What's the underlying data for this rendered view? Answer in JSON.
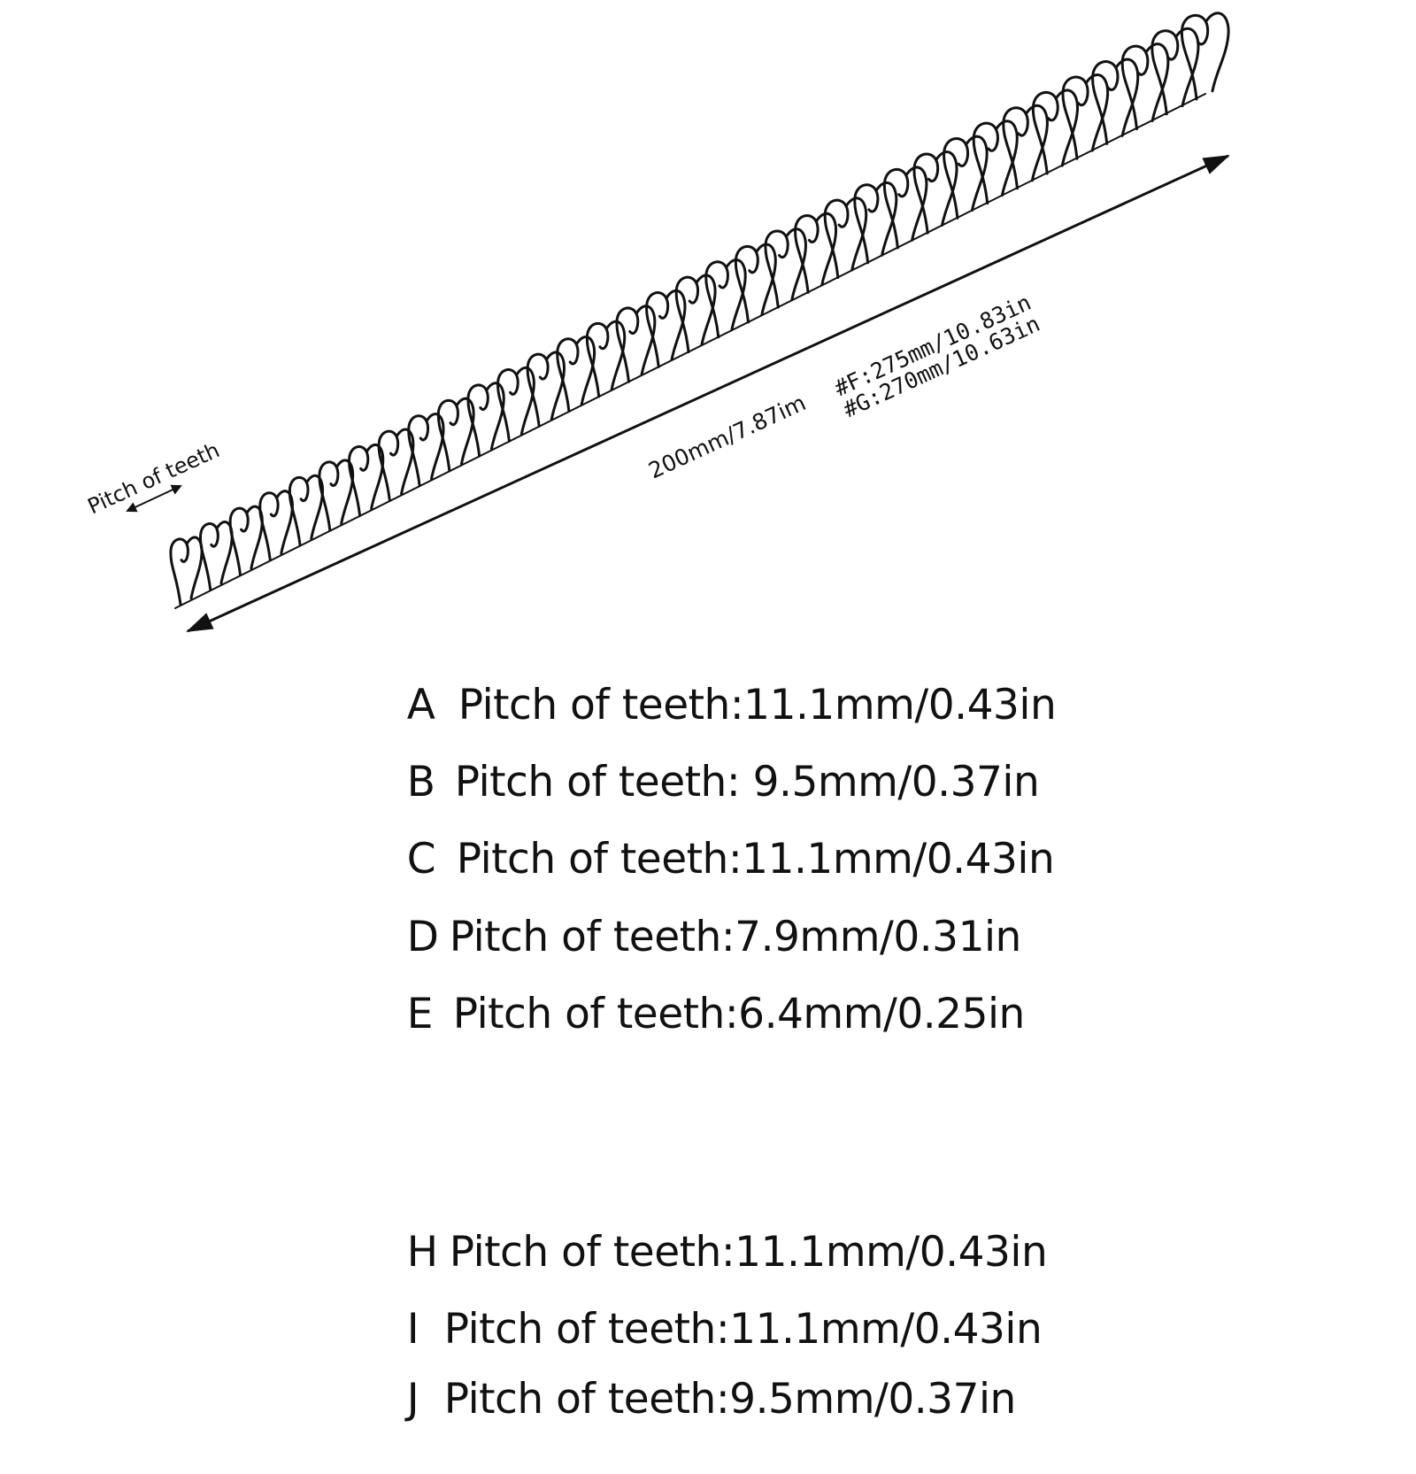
{
  "diagram": {
    "pitch_label": "Pitch of teeth",
    "length_label": "200mm/7.87im",
    "length_f_label": "#F:275mm/10.83in",
    "length_g_label": "#G:270mm/10.63in",
    "loop_count": 35,
    "line_color": "#111111"
  },
  "specs_group_1": [
    {
      "letter": "A",
      "text": "Pitch of teeth:11.1mm/0.43in"
    },
    {
      "letter": "B",
      "text": "Pitch of teeth: 9.5mm/0.37in"
    },
    {
      "letter": "C",
      "text": "Pitch of teeth:11.1mm/0.43in"
    },
    {
      "letter": "D",
      "text": "Pitch of teeth:7.9mm/0.31in"
    },
    {
      "letter": "E",
      "text": "Pitch of teeth:6.4mm/0.25in"
    }
  ],
  "specs_group_2": [
    {
      "letter": "H",
      "text": "Pitch of teeth:11.1mm/0.43in"
    },
    {
      "letter": "I",
      "text": "Pitch of teeth:11.1mm/0.43in"
    },
    {
      "letter": "J",
      "text": "Pitch of teeth:9.5mm/0.37in"
    }
  ]
}
